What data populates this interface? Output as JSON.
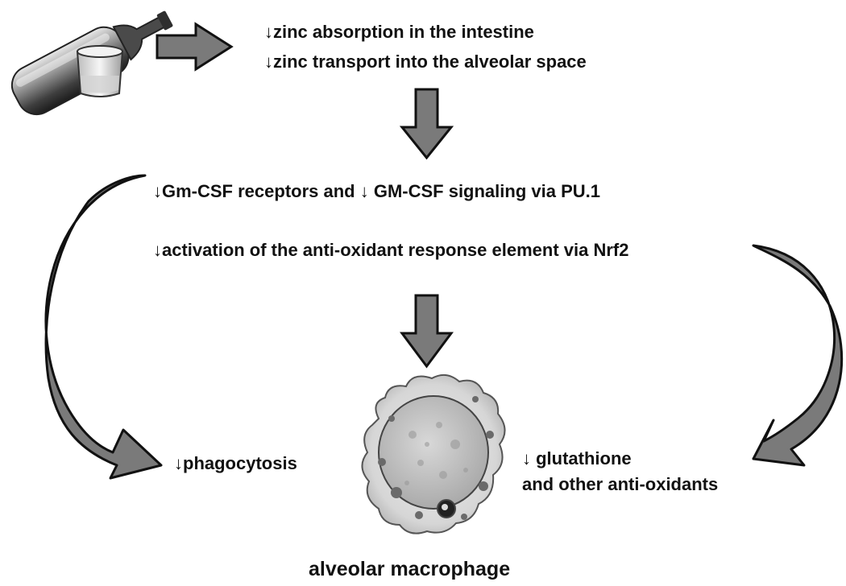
{
  "effects": {
    "zinc_absorption": "↓zinc absorption in the intestine",
    "zinc_transport": "↓zinc transport into the alveolar space",
    "gmcsf": "↓Gm-CSF receptors and ↓ GM-CSF signaling via PU.1",
    "nrf2": "↓activation of the anti-oxidant response element via Nrf2",
    "phagocytosis": "↓phagocytosis",
    "glutathione_line1": "↓ glutathione",
    "glutathione_line2": "and other anti-oxidants"
  },
  "cell_label": "alveolar macrophage",
  "icons": {
    "alcohol": "wine-bottle-and-glass-icon",
    "cell": "alveolar-macrophage-cell"
  },
  "colors": {
    "arrow_fill": "#7a7a7a",
    "arrow_stroke": "#111111",
    "text": "#111111"
  }
}
